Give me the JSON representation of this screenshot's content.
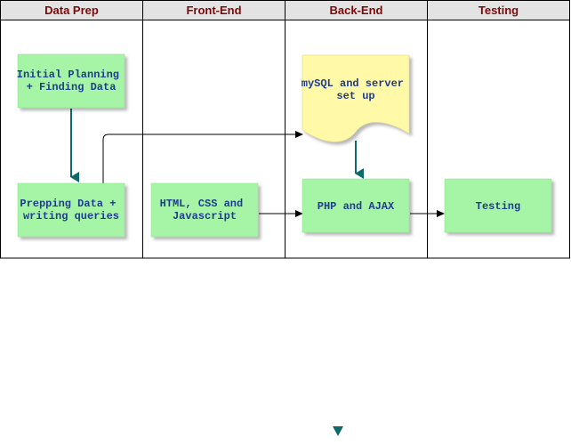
{
  "lanes": [
    {
      "id": "data-prep",
      "title": "Data Prep"
    },
    {
      "id": "front-end",
      "title": "Front-End"
    },
    {
      "id": "back-end",
      "title": "Back-End"
    },
    {
      "id": "testing",
      "title": "Testing"
    }
  ],
  "nodes": [
    {
      "id": "initial-planning",
      "lane": "data-prep",
      "lines": [
        "Initial Planning",
        "+ Finding Data"
      ]
    },
    {
      "id": "prepping-data",
      "lane": "data-prep",
      "lines": [
        "Prepping Data +",
        "writing queries"
      ]
    },
    {
      "id": "html-css-js",
      "lane": "front-end",
      "lines": [
        "HTML, CSS and",
        "Javascript"
      ]
    },
    {
      "id": "mysql-setup",
      "lane": "back-end",
      "shape": "document",
      "lines": [
        "mySQL and server",
        "set up"
      ]
    },
    {
      "id": "php-ajax",
      "lane": "back-end",
      "lines": [
        "PHP and AJAX"
      ]
    },
    {
      "id": "testing-node",
      "lane": "testing",
      "lines": [
        "Testing"
      ]
    }
  ],
  "colors": {
    "lane_header_bg": "#e3e3e3",
    "lane_title": "#7a0a0a",
    "process_fill": "#a6f5a6",
    "document_fill": "#fff9a8",
    "node_text": "#1d3d8e",
    "teal_arrow": "#0e6a6a",
    "black_arrow": "#000000"
  }
}
